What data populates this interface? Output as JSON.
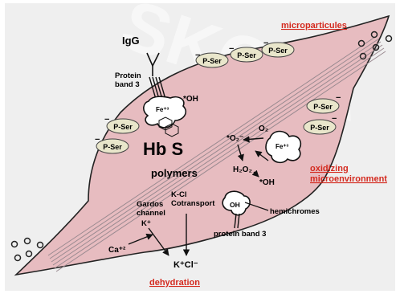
{
  "watermark": "SKOLA",
  "colors": {
    "frame": "#efefef",
    "cell_fill": "#e7bcc0",
    "cell_stroke": "#222222",
    "pser_fill": "#e9e6cb",
    "accent_red": "#d42a1f"
  },
  "labels": {
    "microparticules": "microparticules",
    "igg": "IgG",
    "protein_band3_top": "Protein\nband 3",
    "fe_top": "Fe⁺³",
    "oh_top": "*OH",
    "hbs": "Hb S",
    "polymers": "polymers",
    "o2_radical": "*O₂⁻",
    "o2": "O₂",
    "fe_right": "Fe⁺³",
    "h2o2": "H₂O₂",
    "oh_right": "*OH",
    "oxidizing": "oxidizing\nmicroenvironment",
    "kcl_cotransport": "K-Cl\nCotransport",
    "gardos": "Gardos\nchannel",
    "k_plus": "K⁺",
    "ca": "Ca⁺²",
    "kcl_out": "K⁺Cl⁻",
    "dehydration": "dehydration",
    "oh_hemi": "OH",
    "hemichromes": "hemichromes",
    "protein_band3_bottom": "protein band 3",
    "pser": "P-Ser",
    "minus": "−"
  }
}
